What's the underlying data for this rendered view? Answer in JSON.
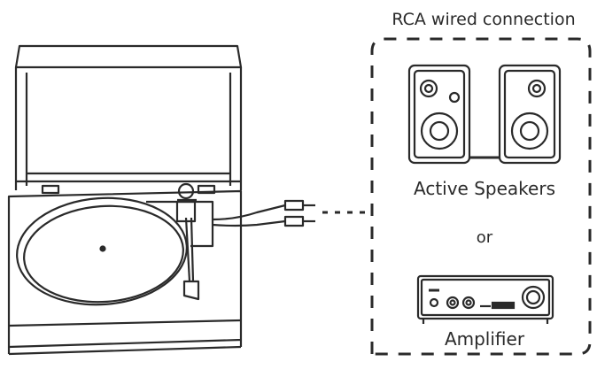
{
  "header": {
    "title": "RCA wired connection"
  },
  "devices": {
    "speakers_label": "Active Speakers",
    "or_label": "or",
    "amplifier_label": "Amplifier"
  },
  "colors": {
    "line": "#2a2a2a",
    "background": "#ffffff"
  }
}
